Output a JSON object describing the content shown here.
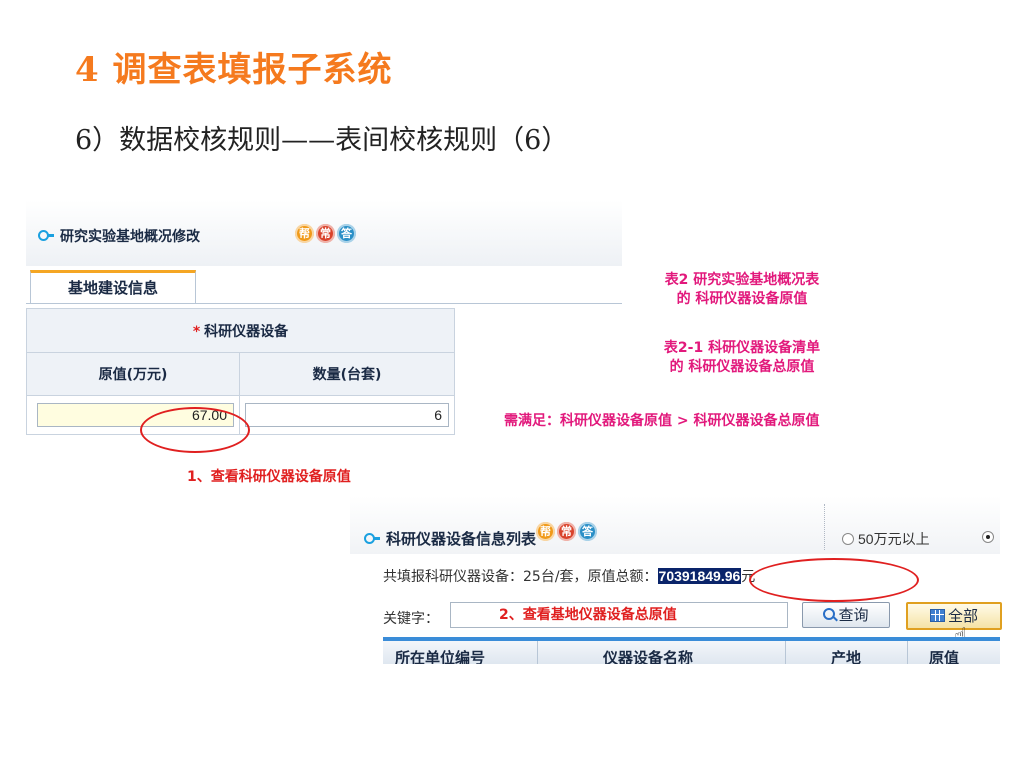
{
  "slide": {
    "title": "4 调查表填报子系统",
    "subtitle": "6）数据校核规则——表间校核规则（6）"
  },
  "panel1": {
    "title": "研究实验基地概况修改",
    "badges": [
      "帮",
      "常",
      "答"
    ],
    "tab": "基地建设信息",
    "group_header": "科研仪器设备",
    "required_mark": "*",
    "columns": [
      "原值(万元)",
      "数量(台套)"
    ],
    "values": {
      "original_value": "67.00",
      "quantity": "6"
    },
    "note": "1、查看科研仪器设备原值"
  },
  "rules": {
    "line1a": "表2 研究实验基地概况表",
    "line1b": "的 科研仪器设备原值",
    "line2a": "表2-1 科研仪器设备清单",
    "line2b": "的 科研仪器设备总原值",
    "requirement": "需满足：科研仪器设备原值 > 科研仪器设备总原值"
  },
  "panel2": {
    "title": "科研仪器设备信息列表",
    "badges": [
      "帮",
      "常",
      "答"
    ],
    "radio_label": "50万元以上",
    "summary_prefix": "共填报科研仪器设备：25台/套，原值总额：",
    "total_amount": "70391849.96",
    "summary_unit": "元",
    "keyword_label": "关键字：",
    "keyword_value": "2、查看基地仪器设备总原值",
    "query_button": "查询",
    "all_button": "全部",
    "columns": [
      "所在单位编号",
      "仪器设备名称",
      "产地",
      "原值"
    ]
  }
}
